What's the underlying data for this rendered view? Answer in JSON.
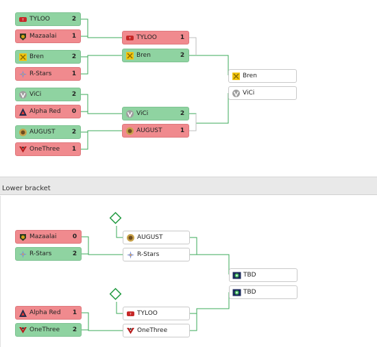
{
  "lower_bracket_label": "Lower bracket",
  "colors": {
    "win": "#8fd3a1",
    "lose": "#f08a8e",
    "line": "#3aa857"
  },
  "upper": {
    "round1": [
      {
        "top": {
          "name": "TYLOO",
          "score": "2",
          "logo": "tyloo-logo"
        },
        "bottom": {
          "name": "Mazaalai",
          "score": "1",
          "logo": "mazaalai-logo"
        }
      },
      {
        "top": {
          "name": "Bren",
          "score": "2",
          "logo": "bren-logo"
        },
        "bottom": {
          "name": "R-Stars",
          "score": "1",
          "logo": "rstars-logo"
        }
      },
      {
        "top": {
          "name": "ViCi",
          "score": "2",
          "logo": "vici-logo"
        },
        "bottom": {
          "name": "Alpha Red",
          "score": "0",
          "logo": "alphared-logo"
        }
      },
      {
        "top": {
          "name": "AUGUST",
          "score": "2",
          "logo": "august-logo"
        },
        "bottom": {
          "name": "OneThree",
          "score": "1",
          "logo": "onethree-logo"
        }
      }
    ],
    "round2": [
      {
        "top": {
          "name": "TYLOO",
          "score": "1"
        },
        "bottom": {
          "name": "Bren",
          "score": "2"
        }
      },
      {
        "top": {
          "name": "ViCi",
          "score": "2"
        },
        "bottom": {
          "name": "AUGUST",
          "score": "1"
        }
      }
    ],
    "final": {
      "top": {
        "name": "Bren"
      },
      "bottom": {
        "name": "ViCi"
      }
    }
  },
  "lower": {
    "round1": [
      {
        "top": {
          "name": "Mazaalai",
          "score": "0"
        },
        "bottom": {
          "name": "R-Stars",
          "score": "2"
        }
      },
      {
        "top": {
          "name": "Alpha Red",
          "score": "1"
        },
        "bottom": {
          "name": "OneThree",
          "score": "2"
        }
      }
    ],
    "round2": [
      {
        "top": {
          "name": "AUGUST"
        },
        "bottom": {
          "name": "R-Stars"
        }
      },
      {
        "top": {
          "name": "TYLOO"
        },
        "bottom": {
          "name": "OneThree"
        }
      }
    ],
    "final": {
      "top": {
        "name": "TBD"
      },
      "bottom": {
        "name": "TBD"
      }
    }
  }
}
